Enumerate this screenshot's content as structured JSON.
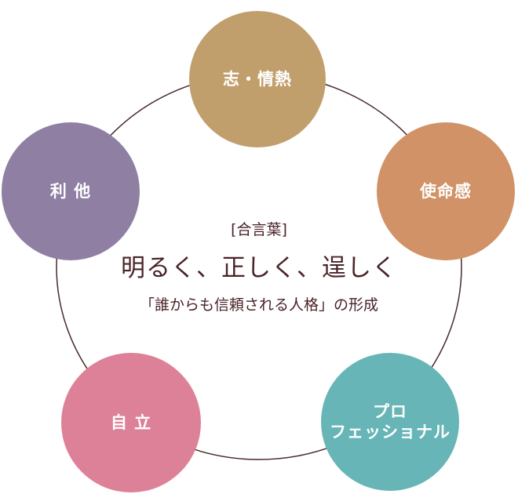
{
  "motto_label": "[合言葉]",
  "motto": "明るく、正しく、逞しく",
  "subtitle": "「誰からも信頼される人格」の形成",
  "nodes": [
    {
      "label": "志・情熱",
      "color": "#c19f6c"
    },
    {
      "label": "使命感",
      "color": "#d09266"
    },
    {
      "label": "プロ\nフェッショナル",
      "color": "#67b5b6"
    },
    {
      "label": "自 立",
      "color": "#dc8198"
    },
    {
      "label": "利 他",
      "color": "#8f80a3"
    }
  ],
  "ring_color": "#4a2a2a"
}
